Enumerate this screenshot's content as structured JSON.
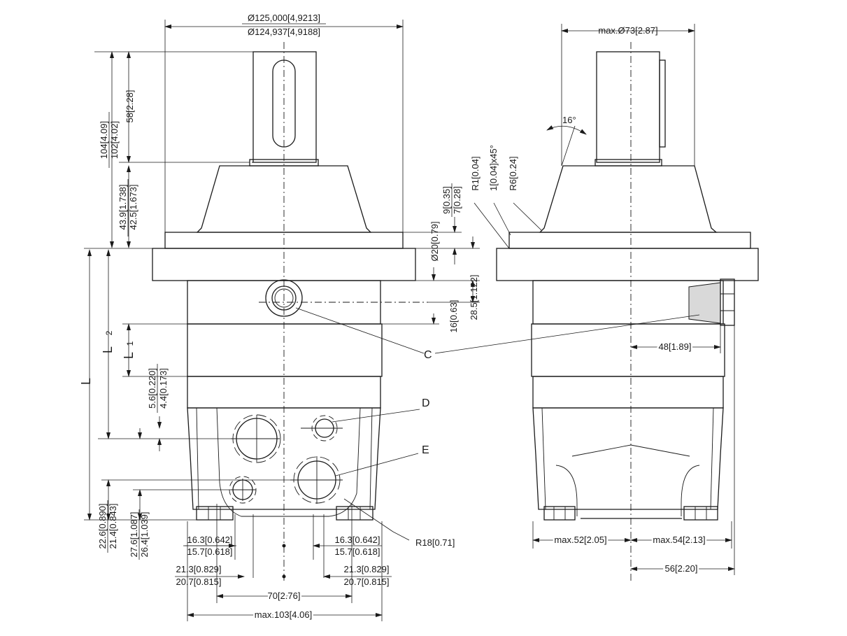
{
  "dimensions": {
    "flange_dia_max": "Ø125,000[4,9213]",
    "flange_dia_min": "Ø124,937[4,9188]",
    "side_dia_max": "max.Ø73[2.87]",
    "shaft_len_58": "58[2.28]",
    "total_104": "104[4.09]",
    "total_102": "102[4.02]",
    "pilot_439": "43.9[1.738]",
    "pilot_425": "42.5[1.673]",
    "hole_9": "9[0.35]",
    "hole_7": "7[0.28]",
    "dia_20": "Ø20[0.79]",
    "off_285": "28.5[1.122]",
    "off_16": "16[0.63]",
    "ref_56": "5.6[0.220]",
    "ref_44": "4.4[0.173]",
    "bot_226": "22.6[0.890]",
    "bot_214": "21.4[0.843]",
    "bot_276": "27.6[1.087]",
    "bot_264": "26.4[1.039]",
    "port_163a": "16.3[0.642]",
    "port_157a": "15.7[0.618]",
    "port_163b": "16.3[0.642]",
    "port_157b": "15.7[0.618]",
    "port_213a": "21.3[0.829]",
    "port_207a": "20.7[0.815]",
    "port_213b": "21.3[0.829]",
    "port_207b": "20.7[0.815]",
    "spacing_70": "70[2.76]",
    "width_103": "max.103[4.06]",
    "r1": "R1[0.04]",
    "chamfer": "1[0.04]x45°",
    "r6": "R6[0.24]",
    "angle": "16°",
    "len_48": "48[1.89]",
    "max_52": "max.52[2.05]",
    "max_54": "max.54[2.13]",
    "len_56": "56[2.20]",
    "r18": "R18[0.71]"
  },
  "labels": {
    "L": "L",
    "L2_main": "L",
    "L2_sub": "2",
    "L1_main": "L",
    "L1_sub": "1",
    "C": "C",
    "D": "D",
    "E": "E"
  }
}
